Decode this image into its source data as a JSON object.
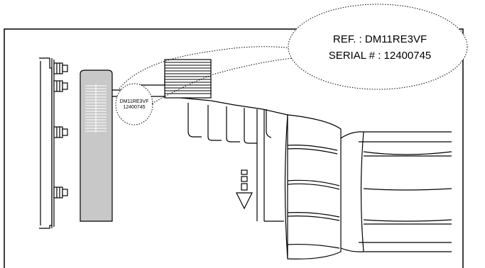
{
  "callout_large": {
    "ref_line": "REF. : DM11RE3VF",
    "serial_line": "SERIAL # : 12400745"
  },
  "callout_small": {
    "ref": "DM11RE3VF",
    "serial": "12400745"
  },
  "colors": {
    "line": "#000000",
    "column_fill": "#c8c8c8",
    "background": "#ffffff"
  }
}
